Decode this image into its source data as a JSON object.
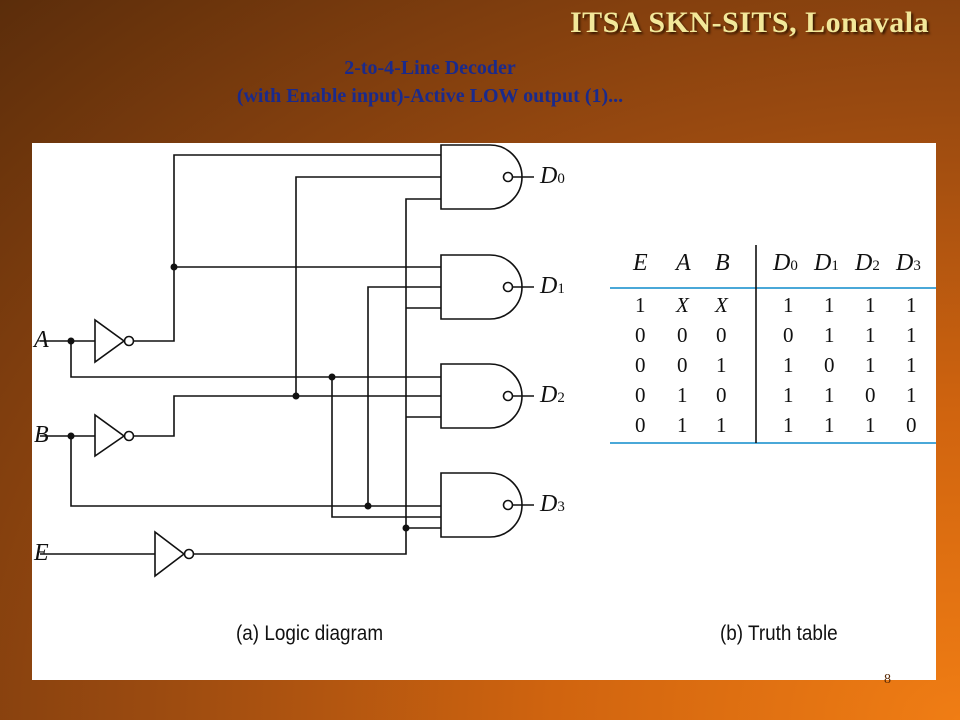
{
  "header": {
    "institute": "ITSA SKN-SITS, Lonavala",
    "title_line1": "2-to-4-Line Decoder",
    "title_line2": "(with Enable input)-Active LOW output (1)..."
  },
  "diagram": {
    "inputs": [
      "A",
      "B",
      "E"
    ],
    "outputs": [
      {
        "name": "D",
        "sub": "0"
      },
      {
        "name": "D",
        "sub": "1"
      },
      {
        "name": "D",
        "sub": "2"
      },
      {
        "name": "D",
        "sub": "3"
      }
    ],
    "caption": "(a) Logic diagram"
  },
  "truth_table": {
    "headers": [
      {
        "name": "E",
        "sub": ""
      },
      {
        "name": "A",
        "sub": ""
      },
      {
        "name": "B",
        "sub": ""
      },
      {
        "name": "D",
        "sub": "0"
      },
      {
        "name": "D",
        "sub": "1"
      },
      {
        "name": "D",
        "sub": "2"
      },
      {
        "name": "D",
        "sub": "3"
      }
    ],
    "rows": [
      [
        "1",
        "X",
        "X",
        "1",
        "1",
        "1",
        "1"
      ],
      [
        "0",
        "0",
        "0",
        "0",
        "1",
        "1",
        "1"
      ],
      [
        "0",
        "0",
        "1",
        "1",
        "0",
        "1",
        "1"
      ],
      [
        "0",
        "1",
        "0",
        "1",
        "1",
        "0",
        "1"
      ],
      [
        "0",
        "1",
        "1",
        "1",
        "1",
        "1",
        "0"
      ]
    ],
    "caption": "(b) Truth table"
  },
  "page_number": "8"
}
